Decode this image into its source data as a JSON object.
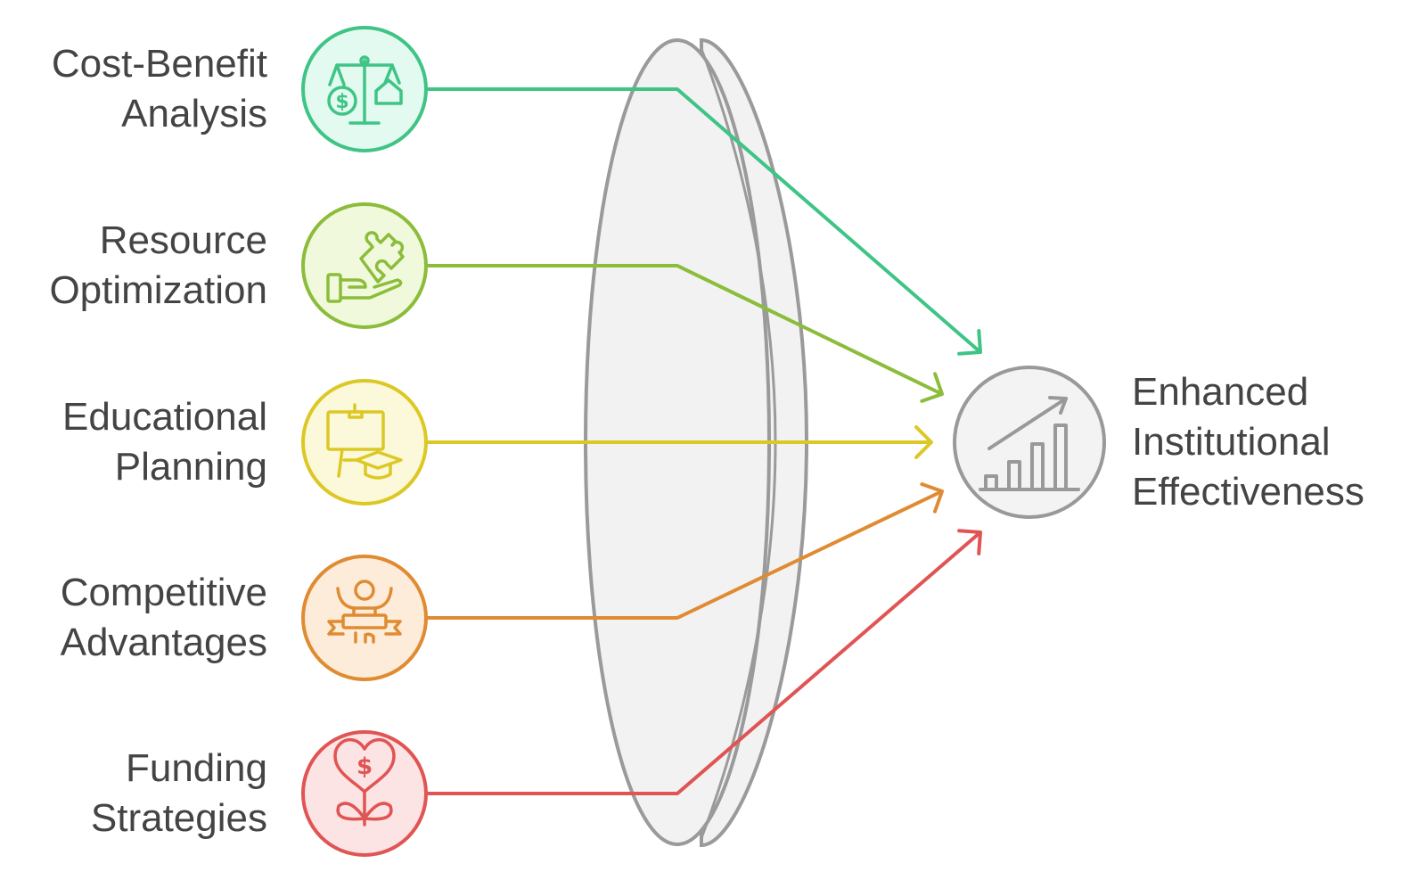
{
  "inputs": [
    {
      "lines": [
        "Cost-Benefit",
        "Analysis"
      ],
      "icon": "scales-money-house-icon",
      "color": "#3fc486",
      "fill": "#e3faf0"
    },
    {
      "lines": [
        "Resource",
        "Optimization"
      ],
      "icon": "hand-puzzle-icon",
      "color": "#8bbd3a",
      "fill": "#f1f9dd"
    },
    {
      "lines": [
        "Educational",
        "Planning"
      ],
      "icon": "board-graduation-cap-icon",
      "color": "#dcc825",
      "fill": "#fcf9da"
    },
    {
      "lines": [
        "Competitive",
        "Advantages"
      ],
      "icon": "winner-podium-icon",
      "color": "#e08b32",
      "fill": "#fcecd9"
    },
    {
      "lines": [
        "Funding",
        "Strategies"
      ],
      "icon": "heart-dollar-plant-icon",
      "color": "#e05454",
      "fill": "#fde4e4"
    }
  ],
  "output": {
    "lines": [
      "Enhanced",
      "Institutional",
      "Effectiveness"
    ],
    "icon": "growth-chart-icon",
    "color": "#999999",
    "fill": "#f3f3f3"
  },
  "lens_color": "#9a9a9a",
  "lens_fill": "#f2f2f2",
  "text_color": "#444444"
}
